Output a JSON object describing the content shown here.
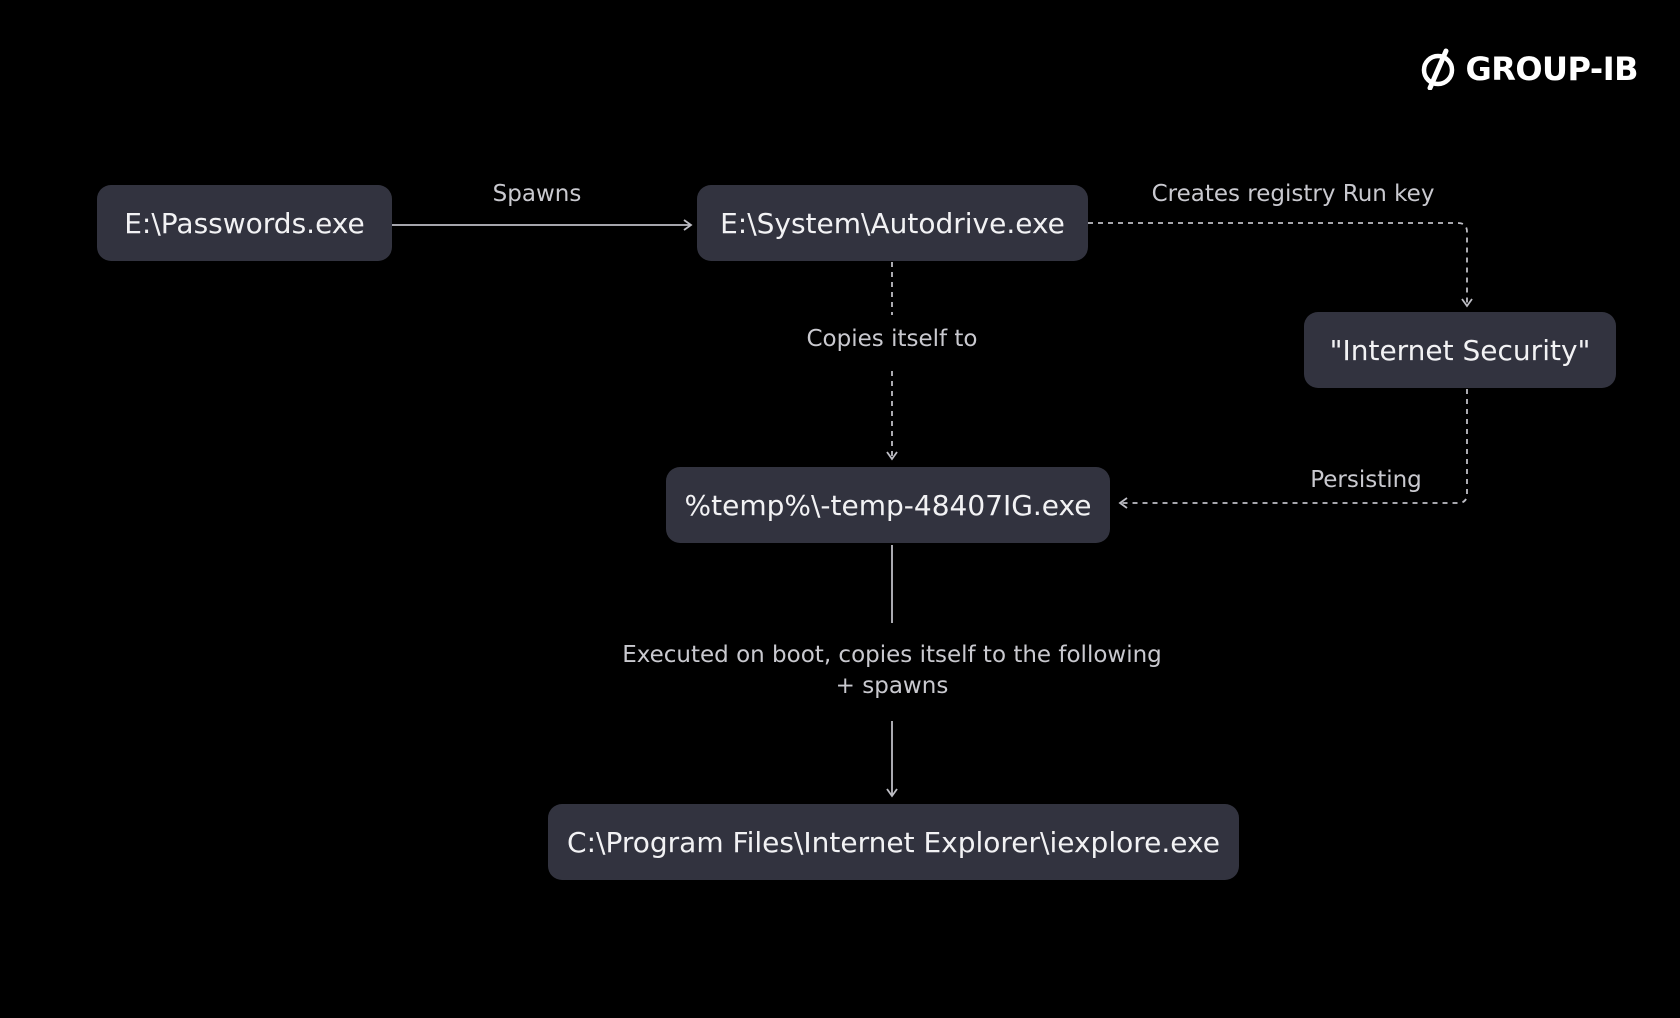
{
  "brand": {
    "logo_text": "GROUP-IB",
    "logo_icon": "group-ib-logo-icon"
  },
  "nodes": {
    "passwords": "E:\\Passwords.exe",
    "autodrive": "E:\\System\\Autodrive.exe",
    "internet_security": "\"Internet Security\"",
    "temp": "%temp%\\-temp-48407IG.exe",
    "iexplore": "C:\\Program Files\\Internet Explorer\\iexplore.exe"
  },
  "edges": {
    "spawns": "Spawns",
    "creates_run_key": "Creates registry Run key",
    "copies_itself_to": "Copies itself to",
    "persisting": "Persisting",
    "executed_on_boot_line1": "Executed on boot, copies itself to the following",
    "executed_on_boot_line2": "+ spawns"
  },
  "colors": {
    "background": "#000000",
    "node_fill": "#32333f",
    "node_text": "#f2f2f4",
    "edge_label": "#c9c9cf",
    "wire": "#bdbdc4"
  }
}
